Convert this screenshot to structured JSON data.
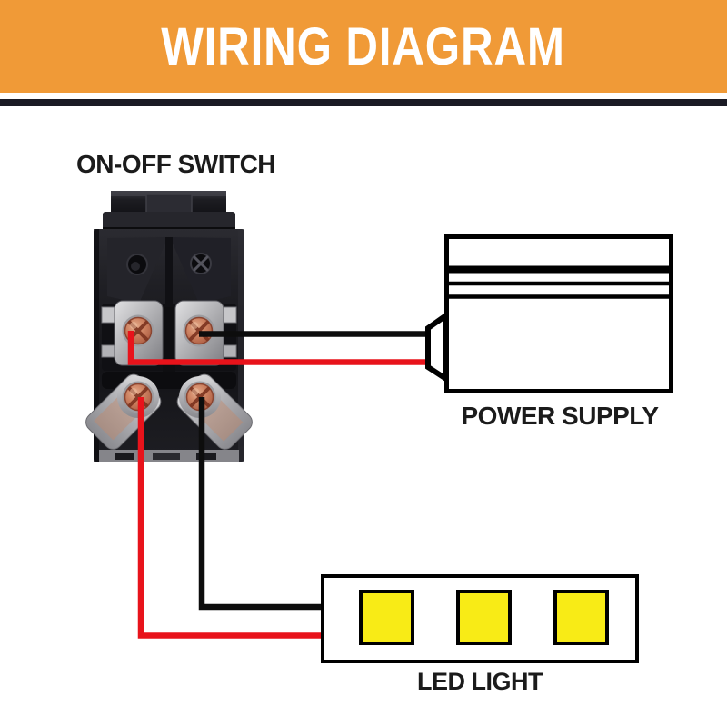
{
  "header": {
    "title": "WIRING DIAGRAM"
  },
  "labels": {
    "switch": "ON-OFF SWITCH",
    "power_supply": "POWER SUPPLY",
    "led": "LED LIGHT"
  },
  "figure": {
    "switch_terminal_count": 4,
    "led_segment_count": 3,
    "wires": [
      {
        "name": "black-switch-to-power",
        "color": "black",
        "from": "switch-terminal-top-right",
        "to": "power-supply-connector"
      },
      {
        "name": "red-switch-to-power",
        "color": "red",
        "from": "switch-terminal-top-left",
        "to": "power-supply-connector"
      },
      {
        "name": "black-switch-to-led",
        "color": "black",
        "from": "switch-terminal-bottom-right",
        "to": "led-strip"
      },
      {
        "name": "red-switch-to-led",
        "color": "red",
        "from": "switch-terminal-bottom-left",
        "to": "led-strip"
      }
    ]
  },
  "colors": {
    "banner_orange": "#F09A37",
    "header_bar_navy": "#1A1A24",
    "title_white": "#FFFFFF",
    "label_text": "#1B1B1B",
    "outline_black": "#000000",
    "wire_red": "#E8131B",
    "wire_black": "#0D0D0D",
    "led_yellow": "#F8EB16",
    "box_fill_white": "#FFFFFF",
    "switch_body_dark": "#1B1B20",
    "terminal_metal": "#C2C2C6",
    "terminal_copper": "#C97E5F"
  }
}
